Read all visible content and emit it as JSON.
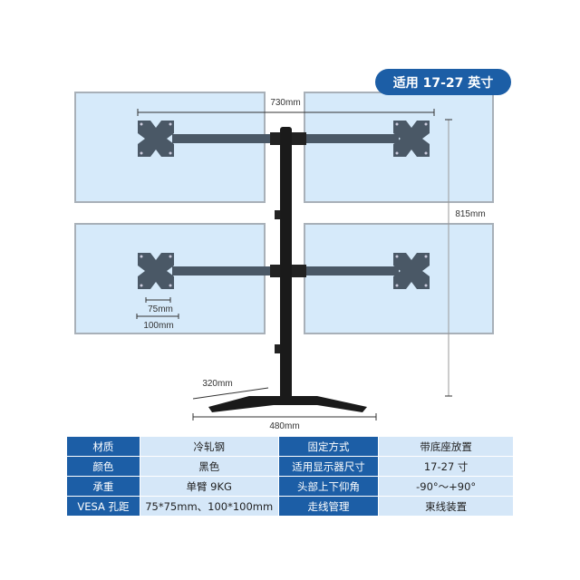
{
  "badge": "适用 17-27 英寸",
  "dimensions": {
    "width_arms": "730mm",
    "height": "815mm",
    "vesa_small": "75mm",
    "vesa_large": "100mm",
    "base_depth": "320mm",
    "base_width": "480mm"
  },
  "colors": {
    "accent": "#1c5ea6",
    "cell_light": "#d5e7f8",
    "monitor_fill": "#d6eafa",
    "arm": "#4a5866"
  },
  "specs": [
    {
      "k1": "材质",
      "v1": "冷轧钢",
      "k2": "固定方式",
      "v2": "带底座放置"
    },
    {
      "k1": "颜色",
      "v1": "黑色",
      "k2": "适用显示器尺寸",
      "v2": "17-27 寸"
    },
    {
      "k1": "承重",
      "v1": "单臂 9KG",
      "k2": "头部上下仰角",
      "v2": "-90°～+90°"
    },
    {
      "k1": "VESA 孔距",
      "v1": "75*75mm、100*100mm",
      "k2": "走线管理",
      "v2": "束线装置"
    }
  ]
}
